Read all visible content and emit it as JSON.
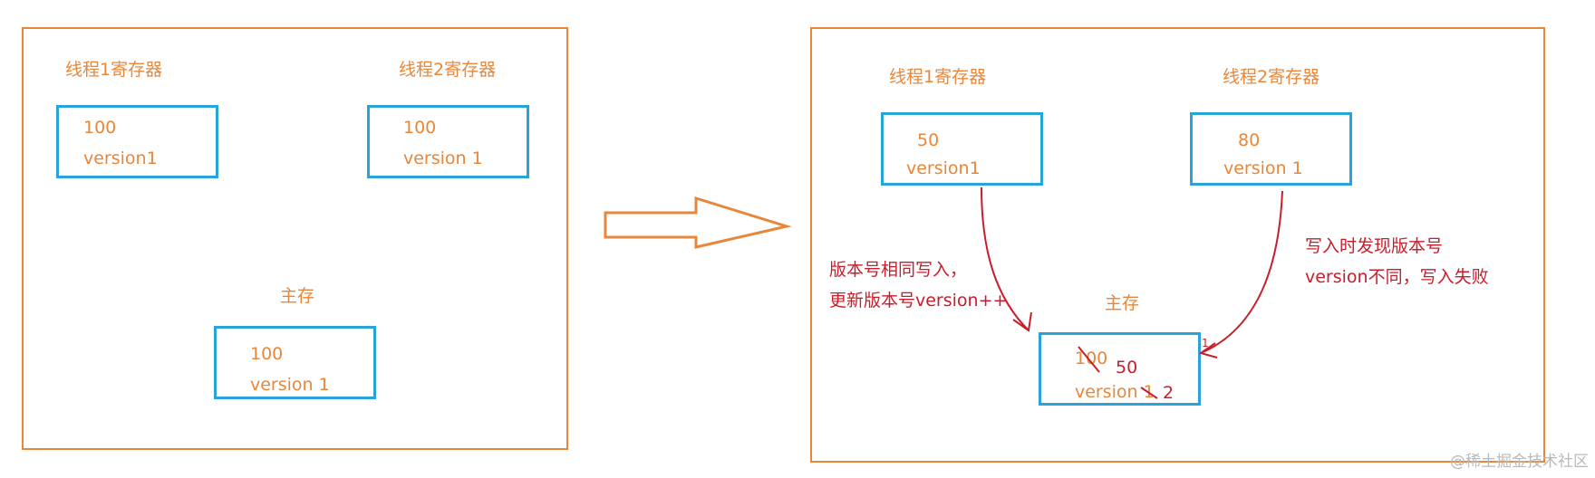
{
  "left": {
    "thread1_title": "线程1寄存器",
    "thread2_title": "线程2寄存器",
    "memory_title": "主存",
    "thread1": {
      "value": "100",
      "version": "version1"
    },
    "thread2": {
      "value": "100",
      "version": "version 1"
    },
    "memory": {
      "value": "100",
      "version": "version 1"
    }
  },
  "right": {
    "thread1_title": "线程1寄存器",
    "thread2_title": "线程2寄存器",
    "memory_title": "主存",
    "thread1": {
      "value": "50",
      "version": "version1"
    },
    "thread2": {
      "value": "80",
      "version": "version 1"
    },
    "memory": {
      "old_value": "100",
      "new_value": "50",
      "version": "version 1",
      "new_version": "2"
    },
    "note_left_line1": "版本号相同写入，",
    "note_left_line2": "更新版本号version++",
    "note_right_line1": "写入时发现版本号",
    "note_right_line2": "version不同，写入失败",
    "small_mark": "1"
  },
  "watermark": "@稀土掘金技术社区",
  "colors": {
    "panel_border": "#e8873a",
    "box_border": "#29a3d8",
    "text": "#e8873a",
    "annotation": "#c81e2c"
  }
}
